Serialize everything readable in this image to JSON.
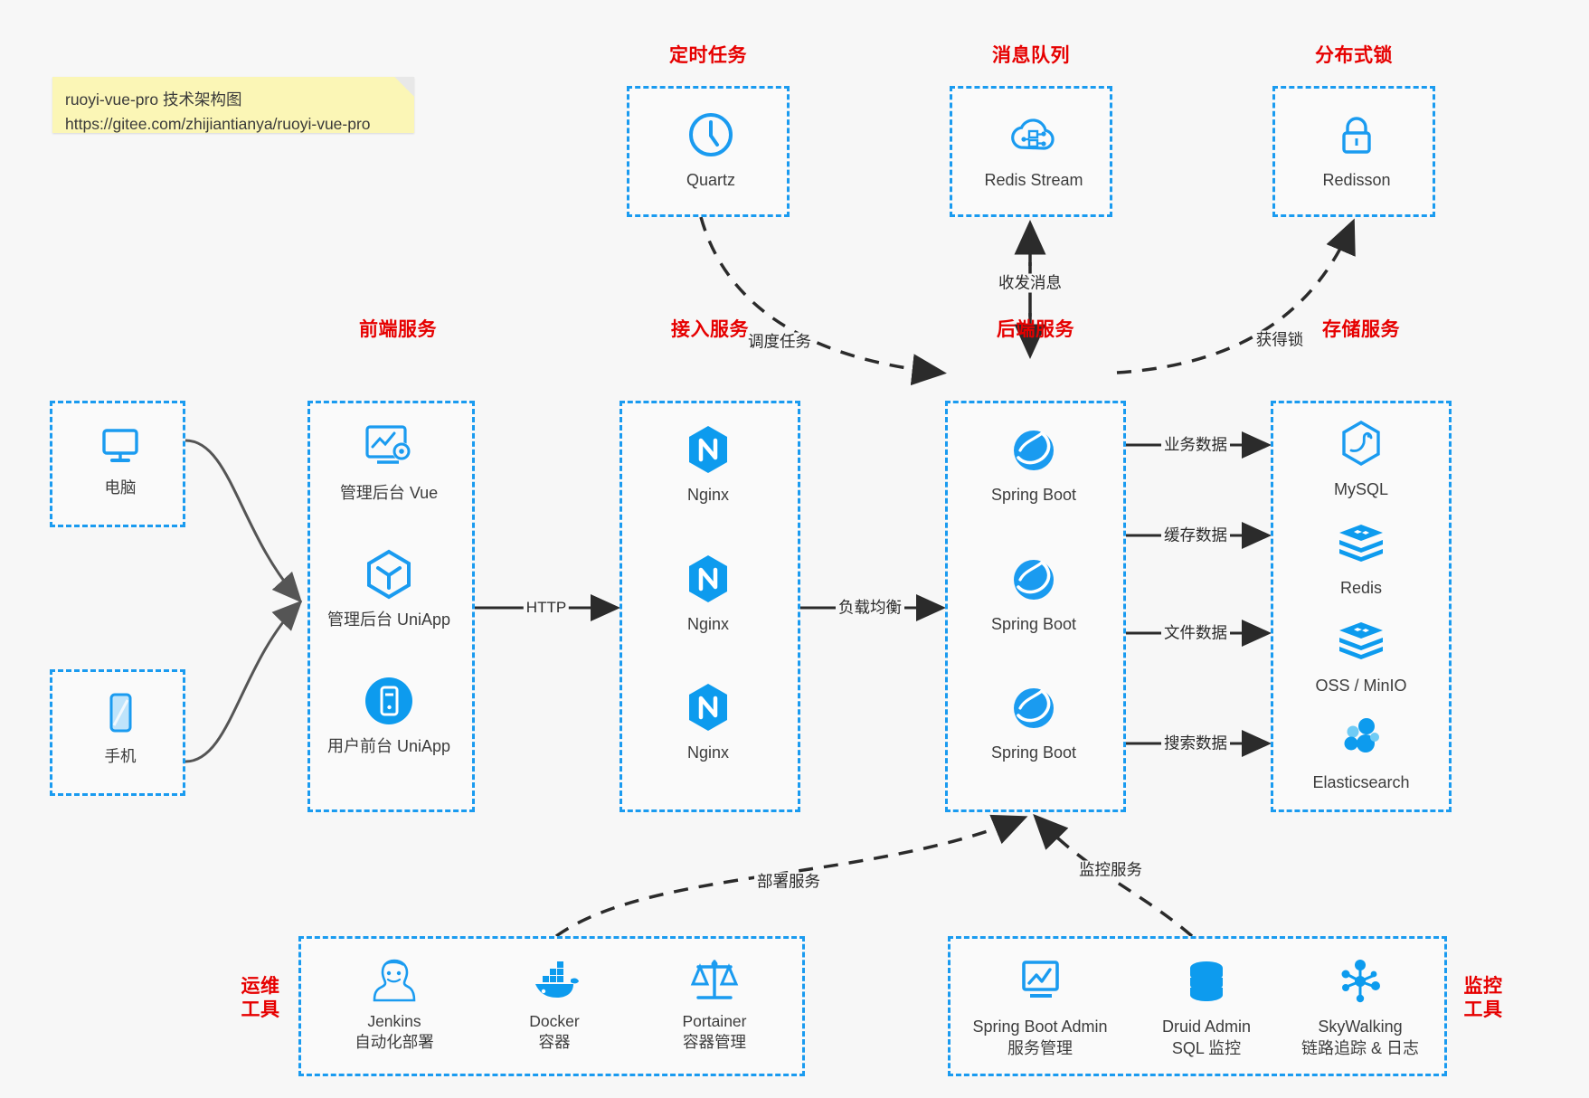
{
  "note": {
    "line1": "ruoyi-vue-pro 技术架构图",
    "line2": "https://gitee.com/zhijiantianya/ruoyi-vue-pro"
  },
  "colors": {
    "accent": "#1a9bf0",
    "title": "#e60000",
    "text": "#3c3c3c",
    "edge": "#2b2b2b",
    "note_bg": "#fbf6b6",
    "background": "#f7f7f7"
  },
  "groups": {
    "scheduled_task": {
      "title": "定时任务",
      "nodes": [
        {
          "label": "Quartz",
          "icon": "clock-icon"
        }
      ]
    },
    "message_queue": {
      "title": "消息队列",
      "nodes": [
        {
          "label": "Redis Stream",
          "icon": "cloud-stream-icon"
        }
      ]
    },
    "distributed_lock": {
      "title": "分布式锁",
      "nodes": [
        {
          "label": "Redisson",
          "icon": "lock-icon"
        }
      ]
    },
    "clients": {
      "pc": {
        "label": "电脑",
        "icon": "desktop-icon"
      },
      "mobile": {
        "label": "手机",
        "icon": "phone-icon"
      }
    },
    "frontend": {
      "title": "前端服务",
      "nodes": [
        {
          "label": "管理后台 Vue",
          "icon": "dashboard-gear-icon"
        },
        {
          "label": "管理后台 UniApp",
          "icon": "hex-cube-icon"
        },
        {
          "label": "用户前台 UniApp",
          "icon": "mobile-app-icon"
        }
      ]
    },
    "gateway": {
      "title": "接入服务",
      "nodes": [
        {
          "label": "Nginx",
          "icon": "nginx-icon"
        },
        {
          "label": "Nginx",
          "icon": "nginx-icon"
        },
        {
          "label": "Nginx",
          "icon": "nginx-icon"
        }
      ]
    },
    "backend": {
      "title": "后端服务",
      "nodes": [
        {
          "label": "Spring Boot",
          "icon": "spring-boot-icon"
        },
        {
          "label": "Spring Boot",
          "icon": "spring-boot-icon"
        },
        {
          "label": "Spring Boot",
          "icon": "spring-boot-icon"
        }
      ]
    },
    "storage": {
      "title": "存储服务",
      "nodes": [
        {
          "label": "MySQL",
          "icon": "mysql-icon"
        },
        {
          "label": "Redis",
          "icon": "redis-icon"
        },
        {
          "label": "OSS / MinIO",
          "icon": "oss-icon"
        },
        {
          "label": "Elasticsearch",
          "icon": "elasticsearch-icon"
        }
      ]
    },
    "devops": {
      "title": "运维\n工具",
      "title_lines": [
        "运维",
        "工具"
      ],
      "nodes": [
        {
          "label": "Jenkins",
          "sublabel": "自动化部署",
          "icon": "jenkins-icon"
        },
        {
          "label": "Docker",
          "sublabel": "容器",
          "icon": "docker-icon"
        },
        {
          "label": "Portainer",
          "sublabel": "容器管理",
          "icon": "scales-icon"
        }
      ]
    },
    "monitoring": {
      "title_lines": [
        "监控",
        "工具"
      ],
      "nodes": [
        {
          "label": "Spring Boot Admin",
          "sublabel": "服务管理",
          "icon": "monitor-chart-icon"
        },
        {
          "label": "Druid Admin",
          "sublabel": "SQL 监控",
          "icon": "database-icon"
        },
        {
          "label": "SkyWalking",
          "sublabel": "链路追踪 & 日志",
          "icon": "skywalking-icon"
        }
      ]
    }
  },
  "edges": [
    {
      "name": "frontend-to-gateway",
      "label": "HTTP"
    },
    {
      "name": "gateway-to-backend",
      "label": "负载均衡"
    },
    {
      "name": "quartz-to-backend",
      "label": "调度任务"
    },
    {
      "name": "backend-to-mq",
      "label": "收发消息"
    },
    {
      "name": "backend-to-lock",
      "label": "获得锁"
    },
    {
      "name": "backend-to-mysql",
      "label": "业务数据"
    },
    {
      "name": "backend-to-redis",
      "label": "缓存数据"
    },
    {
      "name": "backend-to-oss",
      "label": "文件数据"
    },
    {
      "name": "backend-to-es",
      "label": "搜索数据"
    },
    {
      "name": "devops-to-backend",
      "label": "部署服务"
    },
    {
      "name": "monitoring-to-backend",
      "label": "监控服务"
    }
  ]
}
